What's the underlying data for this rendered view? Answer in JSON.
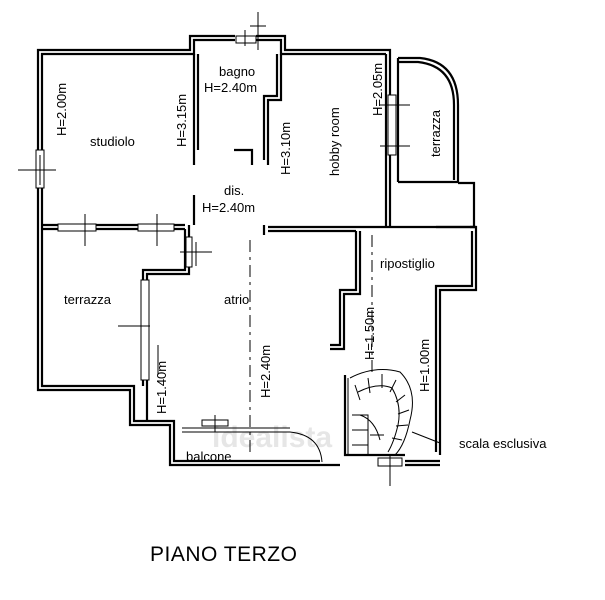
{
  "plan_title": "PIANO TERZO",
  "watermark": "idealista",
  "rooms": {
    "bagno": "bagno",
    "studiolo": "studiolo",
    "hobby": "hobby room",
    "terrazza_right": "terrazza",
    "dis": "dis.",
    "ripostiglio": "ripostiglio",
    "terrazza_left": "terrazza",
    "atrio": "atrio",
    "balcone": "balcone",
    "scala": "scala esclusiva"
  },
  "heights": {
    "bagno": "H=2.40m",
    "studiolo_left": "H=2.00m",
    "studiolo_right": "H=3.15m",
    "hobby_left": "H=3.10m",
    "hobby_right": "H=2.05m",
    "dis": "H=2.40m",
    "atrio_left": "H=1.40m",
    "atrio_center": "H=2.40m",
    "ripostiglio": "H=1.50m",
    "scala": "H=1.00m"
  }
}
